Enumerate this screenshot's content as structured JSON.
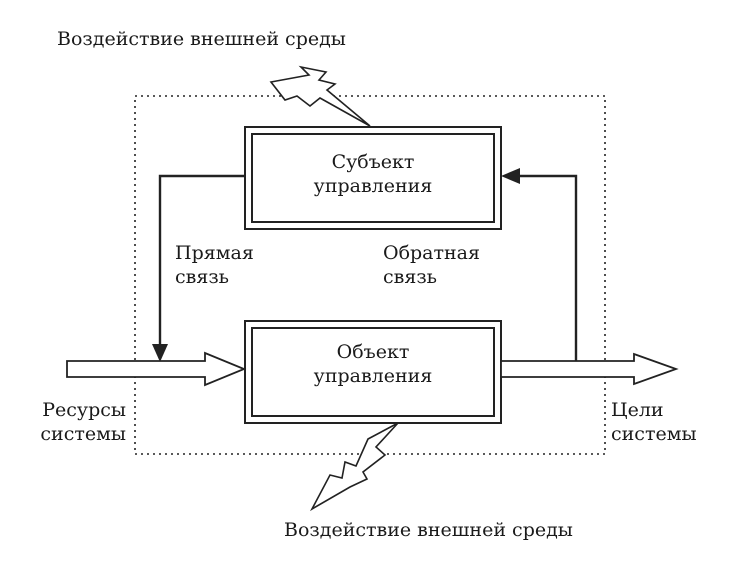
{
  "diagram": {
    "env_top": "Воздействие внешней среды",
    "env_bottom": "Воздействие внешней среды",
    "subject": {
      "line1": "Субъект",
      "line2": "управления"
    },
    "object": {
      "line1": "Объект",
      "line2": "управления"
    },
    "direct_link": {
      "line1": "Прямая",
      "line2": "связь"
    },
    "feedback_link": {
      "line1": "Обратная",
      "line2": "связь"
    },
    "resources": {
      "line1": "Ресурсы",
      "line2": "системы"
    },
    "goals": {
      "line1": "Цели",
      "line2": "системы"
    }
  }
}
